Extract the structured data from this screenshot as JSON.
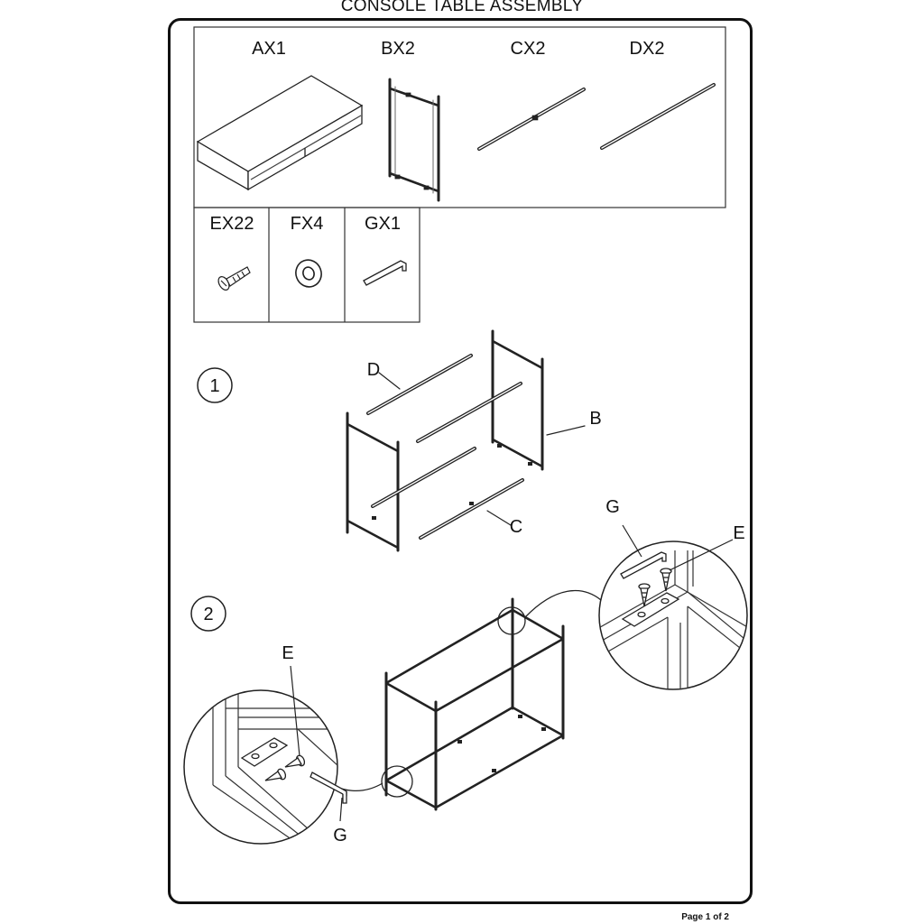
{
  "header": {
    "title": "CONSOLE TABLE ASSEMBLY"
  },
  "parts": {
    "top_row": [
      "AX1",
      "BX2",
      "CX2",
      "DX2"
    ],
    "bottom_row": [
      "EX22",
      "FX4",
      "GX1"
    ]
  },
  "steps": {
    "step1": {
      "number": "1",
      "labels": {
        "d": "D",
        "b": "B",
        "c": "C"
      }
    },
    "step2": {
      "number": "2",
      "labels": {
        "g_right": "G",
        "e_right": "E",
        "e_left": "E",
        "g_left": "G"
      }
    }
  },
  "footer": {
    "page": "Page 1 of 2"
  }
}
